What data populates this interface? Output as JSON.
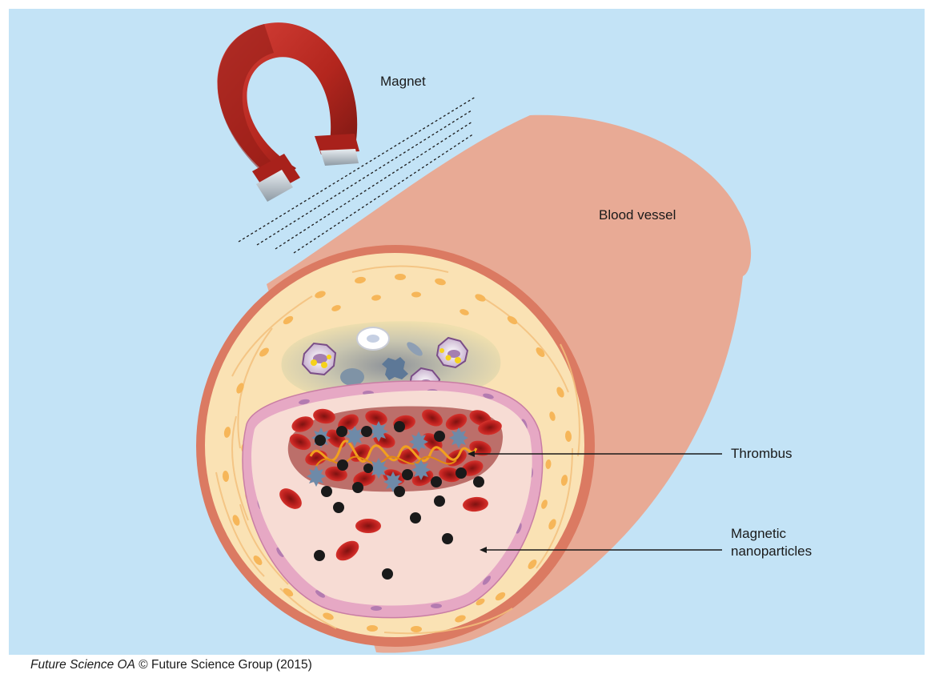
{
  "labels": {
    "magnet": "Magnet",
    "blood_vessel": "Blood vessel",
    "thrombus": "Thrombus",
    "nanoparticles_line1": "Magnetic",
    "nanoparticles_line2": "nanoparticles"
  },
  "caption": {
    "journal": "Future Science OA",
    "copyright": "© Future Science Group (2015)"
  },
  "colors": {
    "background": "#c3e3f6",
    "vessel": "#e8aa95",
    "vessel_rim": "#db7a62",
    "wall": "#fae2b4",
    "lumen": "#f7dcd4",
    "endothelium": "#e6a8c4",
    "red_blood_cell": "#b51c1b",
    "nanoparticle": "#1a1a1a",
    "magnet": "#b3261e"
  },
  "icons": [
    "magnet-icon",
    "red-blood-cell-icon",
    "platelet-icon",
    "nanoparticle-icon",
    "macrophage-icon"
  ]
}
